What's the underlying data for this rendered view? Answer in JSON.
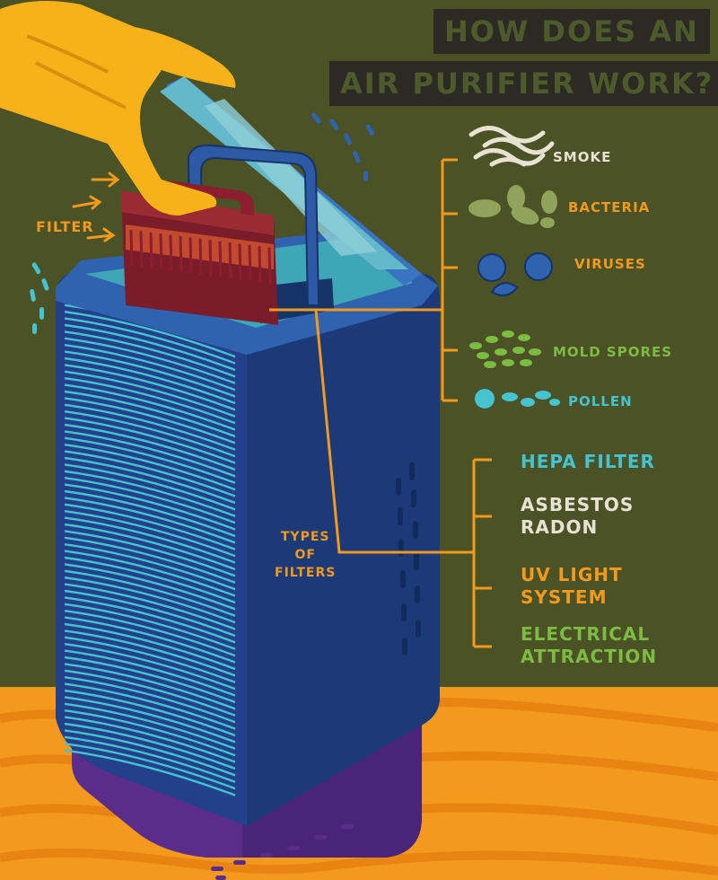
{
  "title": {
    "line1": "HOW DOES AN",
    "line2": "AIR PURIFIER WORK?"
  },
  "filter_label": "FILTER",
  "pollutants": [
    {
      "label": "SMOKE",
      "color": "#e6e3d3"
    },
    {
      "label": "BACTERIA",
      "color": "#f39a1e"
    },
    {
      "label": "VIRUSES",
      "color": "#f39a1e"
    },
    {
      "label": "MOLD SPORES",
      "color": "#7dbb42"
    },
    {
      "label": "POLLEN",
      "color": "#45c3cf"
    }
  ],
  "types_label": {
    "line1": "TYPES",
    "line2": "OF",
    "line3": "FILTERS"
  },
  "filter_types": [
    {
      "line1": "HEPA FILTER",
      "line2": "",
      "color": "#45c3cf"
    },
    {
      "line1": "ASBESTOS",
      "line2": "RADON",
      "color": "#e6e3d3"
    },
    {
      "line1": "UV LIGHT",
      "line2": "SYSTEM",
      "color": "#f39a1e"
    },
    {
      "line1": "ELECTRICAL",
      "line2": "ATTRACTION",
      "color": "#7dbb42"
    }
  ],
  "colors": {
    "background": "#4a5226",
    "floor": "#f39a1e",
    "purifier_body": "#1f3f7a",
    "purifier_base": "#5a2d8a",
    "grille": "#45c3cf",
    "filter": "#7a1c2a",
    "hand": "#f7b21a",
    "connector": "#f39a1e"
  }
}
